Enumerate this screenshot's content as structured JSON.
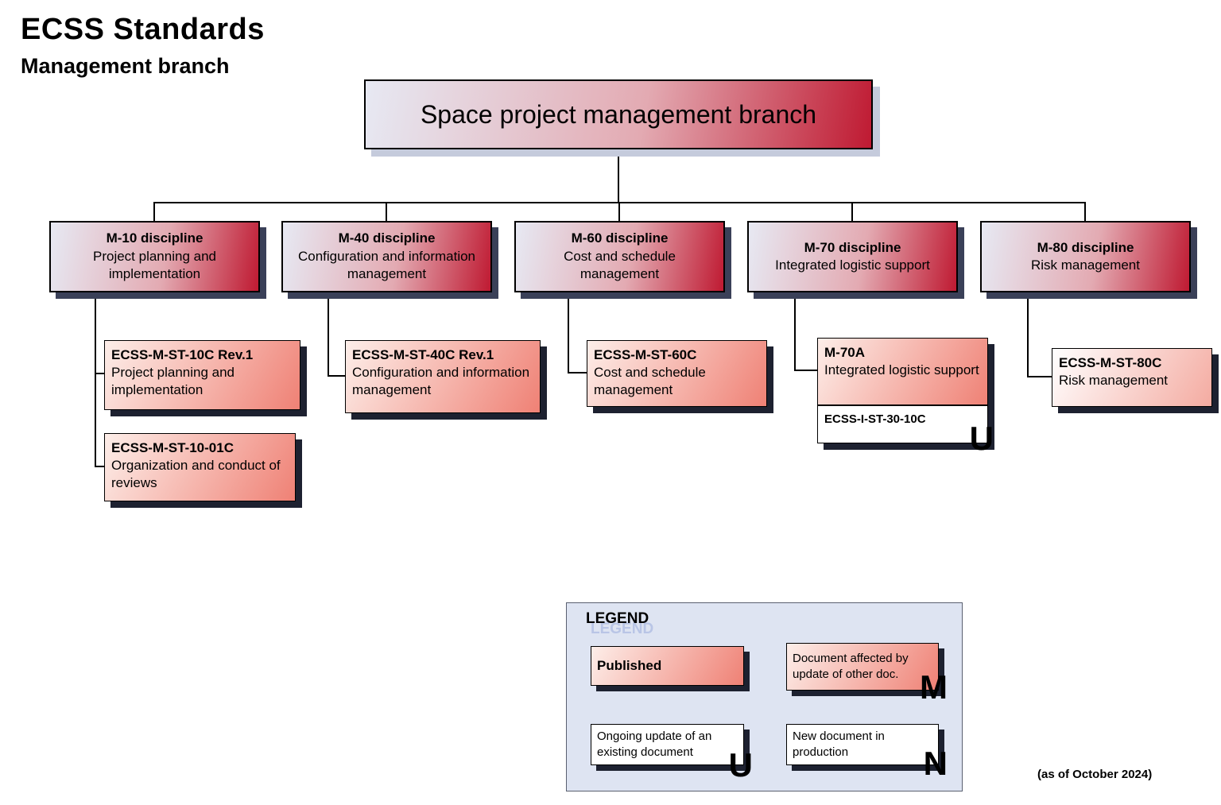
{
  "title": "ECSS Standards",
  "subtitle": "Management branch",
  "footnote": "(as of October 2024)",
  "root": {
    "label": "Space project management branch"
  },
  "disciplines": [
    {
      "title": "M-10 discipline",
      "desc": "Project planning and implementation"
    },
    {
      "title": "M-40 discipline",
      "desc": "Configuration and information management"
    },
    {
      "title": "M-60 discipline",
      "desc": "Cost and schedule management"
    },
    {
      "title": "M-70 discipline",
      "desc": "Integrated logistic support"
    },
    {
      "title": "M-80 discipline",
      "desc": "Risk management"
    }
  ],
  "documents": [
    {
      "code": "ECSS-M-ST-10C Rev.1",
      "desc": "Project planning and implementation",
      "status": "published"
    },
    {
      "code": "ECSS-M-ST-10-01C",
      "desc": "Organization and conduct of reviews",
      "status": "published"
    },
    {
      "code": "ECSS-M-ST-40C Rev.1",
      "desc": "Configuration and information management",
      "status": "published"
    },
    {
      "code": "ECSS-M-ST-60C",
      "desc": "Cost and schedule management",
      "status": "published"
    },
    {
      "code": "M-70A",
      "desc": "Integrated logistic support",
      "status": "published"
    },
    {
      "code": "ECSS-I-ST-30-10C",
      "desc": "",
      "marker": "U",
      "status": "ongoing-update"
    },
    {
      "code": "ECSS-M-ST-80C",
      "desc": "Risk management",
      "status": "published"
    }
  ],
  "legend": {
    "title": "LEGEND",
    "items": [
      {
        "label": "Published",
        "marker": ""
      },
      {
        "label": "Document affected by update of other doc.",
        "marker": "M"
      },
      {
        "label": "Ongoing update of an existing document",
        "marker": "U"
      },
      {
        "label": "New document in production",
        "marker": "N"
      }
    ]
  },
  "colors": {
    "branch_gradient_start": "#e7e9f3",
    "branch_gradient_end": "#bf1a32",
    "published_gradient_start": "#fdeee9",
    "published_gradient_end": "#ef8175",
    "legend_background": "#dee4f2",
    "shadow_dark": "#1d2130"
  }
}
